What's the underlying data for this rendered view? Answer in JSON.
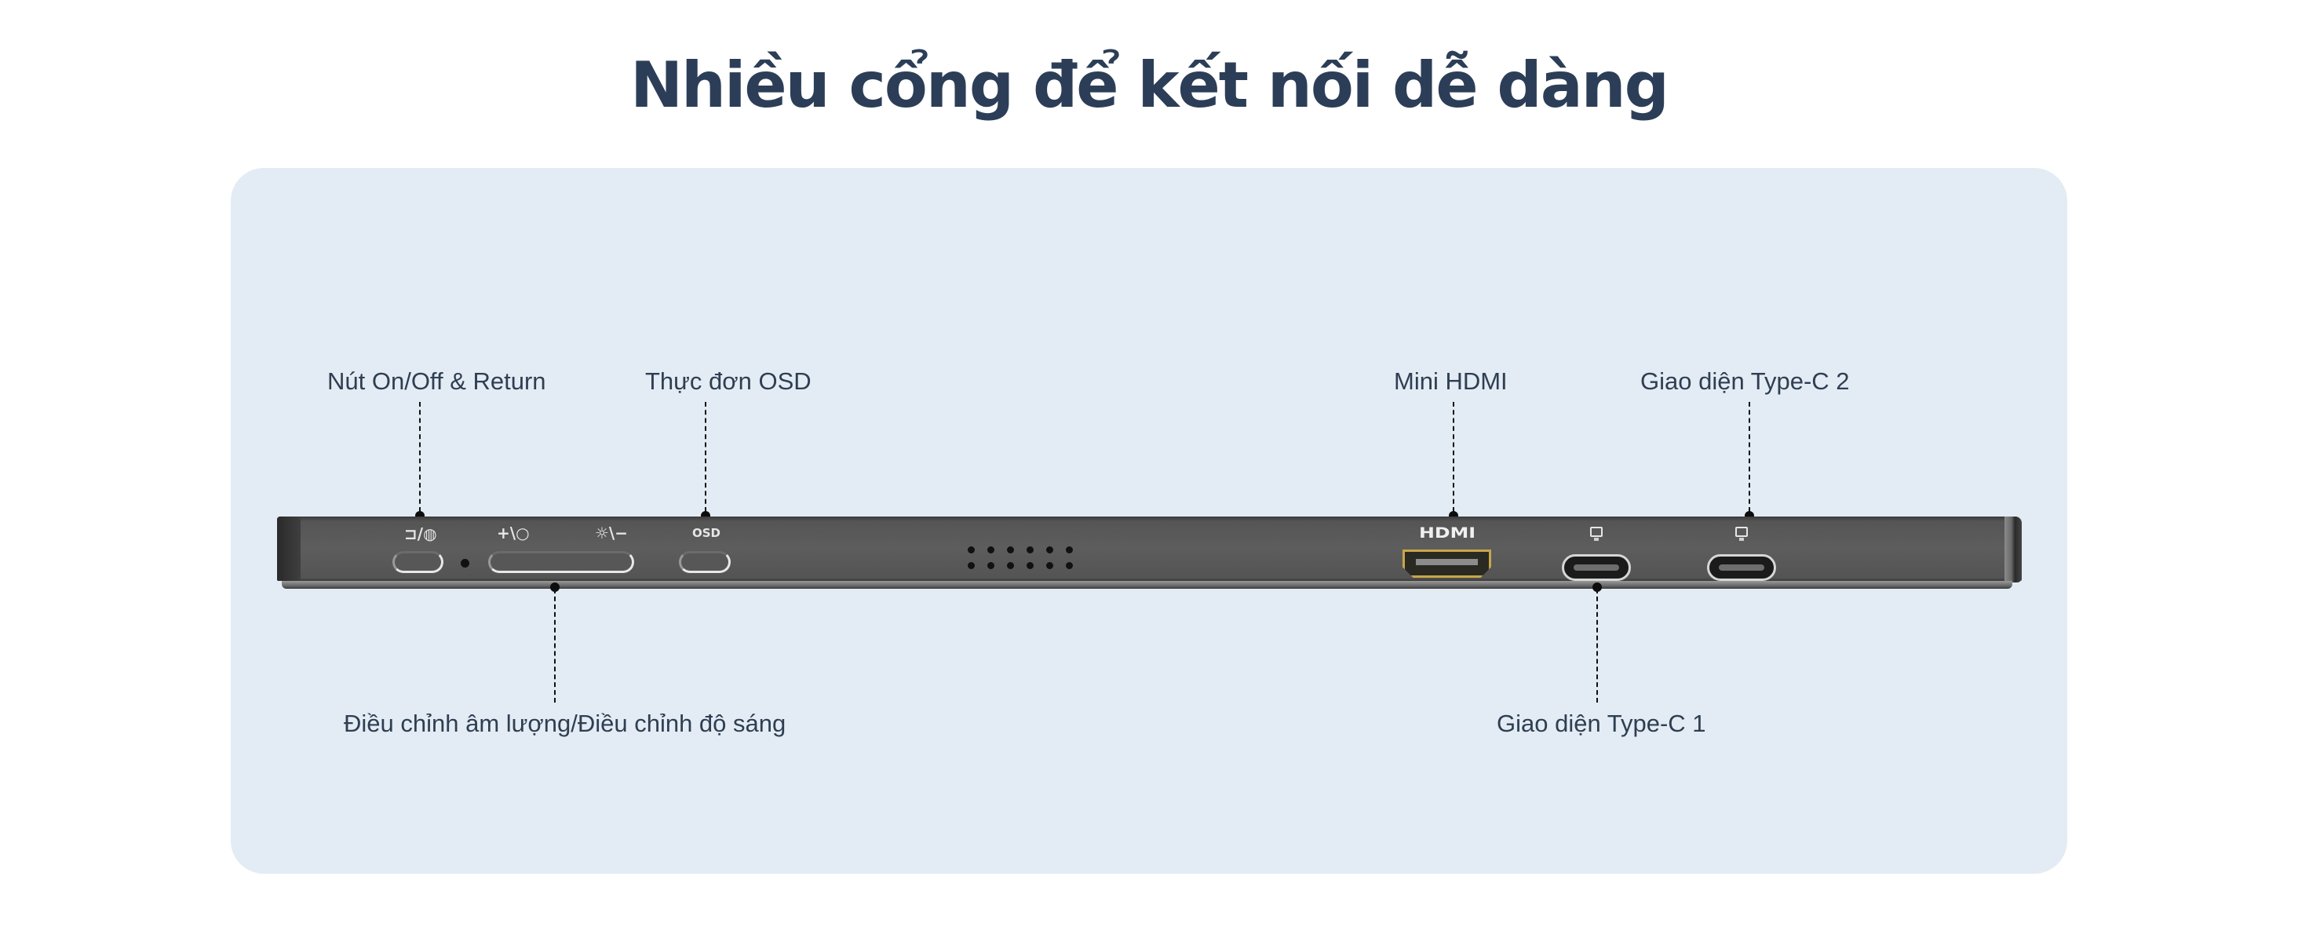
{
  "title": "Nhiều cổng để kết nối dễ dàng",
  "colors": {
    "title": "#2c3e57",
    "panel_background": "#e3ecf4",
    "device_body": "#5a5a5a",
    "hdmi_port_accent": "#c7a74a",
    "callout_line": "#111111"
  },
  "callouts_top": [
    {
      "label": "Nút On/Off & Return",
      "target": "power-button"
    },
    {
      "label": "Thực đơn OSD",
      "target": "osd-button"
    },
    {
      "label": "Mini HDMI",
      "target": "mini-hdmi-port"
    },
    {
      "label": "Giao diện Type-C 2",
      "target": "type-c-port-2"
    }
  ],
  "callouts_bottom": [
    {
      "label": "Điều chỉnh âm lượng/Điều chỉnh độ sáng",
      "target": "volume-brightness-rocker"
    },
    {
      "label": "Giao diện Type-C 1",
      "target": "type-c-port-1"
    }
  ],
  "device_markings": {
    "power": "⊐/◍",
    "volume_up": "+\\○",
    "brightness_down": "☼\\−",
    "osd": "OSD",
    "hdmi": "HDMI"
  },
  "speaker_grille": {
    "rows": 2,
    "columns": 6
  }
}
